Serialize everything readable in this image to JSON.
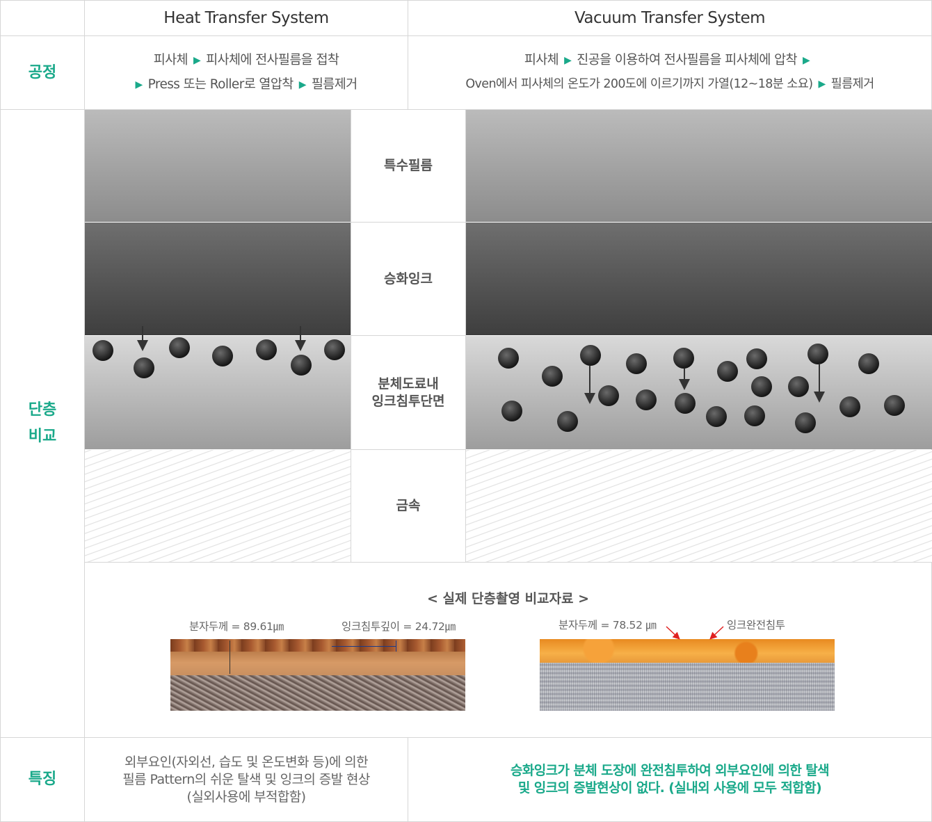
{
  "header": {
    "heat_title": "Heat Transfer System",
    "vacuum_title": "Vacuum Transfer System"
  },
  "process": {
    "label": "공정",
    "heat": {
      "line1": [
        "피사체",
        "피사체에 전사필름을 접착"
      ],
      "line2": [
        "Press 또는 Roller로 열압착",
        "필름제거"
      ]
    },
    "vacuum": {
      "line1": [
        "피사체",
        "진공을 이용하여 전사필름을 피사체에 압착"
      ],
      "line2": [
        "Oven에서 피사체의 온도가 200도에 이르기까지 가열(12~18분 소요)",
        "필름제거"
      ]
    },
    "arrow_glyph": "▶"
  },
  "layers": {
    "label_line1": "단층",
    "label_line2": "비교",
    "items": [
      "특수필름",
      "승화잉크",
      "분체도료내",
      "잉크침투단면",
      "금속"
    ]
  },
  "photos": {
    "title": "< 실제 단층촬영 비교자료 >",
    "heat_thickness": "분자두께 = 89.61㎛",
    "heat_depth": "잉크침투깊이 = 24.72㎛",
    "vacuum_thickness": "분자두께 = 78.52 ㎛",
    "vacuum_full": "잉크완전침투"
  },
  "features": {
    "label": "특징",
    "heat": [
      "외부요인(자외선, 습도 및 온도변화 등)에 의한",
      "필름 Pattern의 쉬운 탈색 및 잉크의 증발 현상",
      "(실외사용에 부적합함)"
    ],
    "vacuum": [
      "승화잉크가 분체 도장에 완전침투하여 외부요인에 의한 탈색",
      "및 잉크의 증발현상이 없다. (실내외 사용에 모두 적합함)"
    ]
  },
  "colors": {
    "accent": "#1aa98a",
    "border": "#d6d6d6",
    "text": "#555555"
  }
}
